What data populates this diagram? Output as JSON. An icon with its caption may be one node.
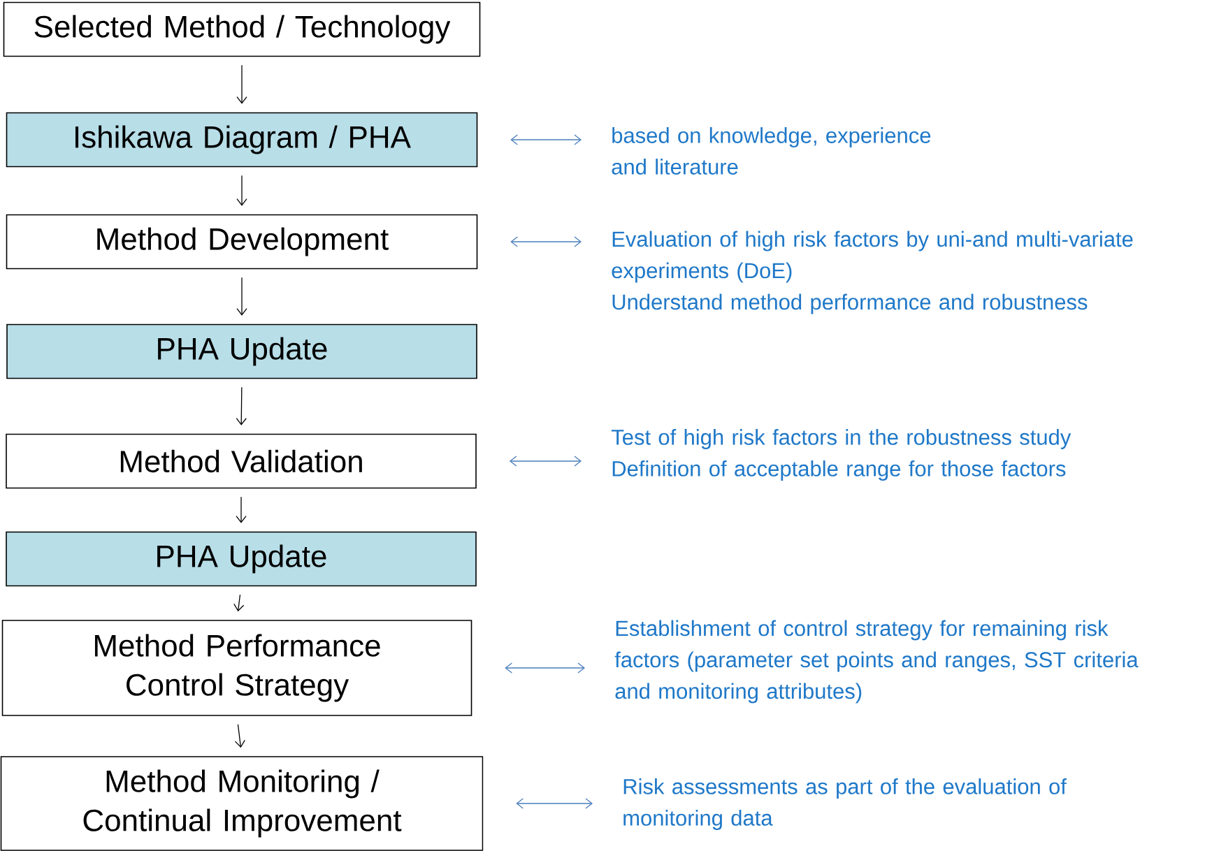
{
  "diagram": {
    "nodes": [
      {
        "text": [
          "Selected Method / Technology"
        ]
      },
      {
        "text": [
          "Ishikawa Diagram / PHA"
        ]
      },
      {
        "text": [
          "Method Development"
        ]
      },
      {
        "text": [
          "PHA Update"
        ]
      },
      {
        "text": [
          "Method Validation"
        ]
      },
      {
        "text": [
          "PHA Update"
        ]
      },
      {
        "text": [
          "Method Performance Control Strategy"
        ]
      },
      {
        "text": [
          "Method Monitoring / Continual Improvement"
        ]
      },
      {
        "text": [
          "based on knowledge, experience and literature"
        ]
      },
      {
        "text": [
          "Evaluation of high risk factors by uni-and multi-variate experiments (DoE)",
          "Understand method performance and robustness"
        ]
      },
      {
        "text": [
          "Test of high risk factors in the robustness study",
          "Definition of acceptable range for those factors"
        ]
      },
      {
        "text": [
          "Establishment of control strategy for remaining risk factors (parameter set points and ranges, SST criteria and monitoring attributes)"
        ]
      },
      {
        "text": [
          "Risk assessments as part of the evaluation of monitoring data"
        ]
      }
    ],
    "edges": [
      {
        "from": 0,
        "to": 1,
        "arrow": "to"
      },
      {
        "from": 1,
        "to": 2,
        "arrow": "to"
      },
      {
        "from": 2,
        "to": 3,
        "arrow": "to"
      },
      {
        "from": 3,
        "to": 4,
        "arrow": "to"
      },
      {
        "from": 4,
        "to": 5,
        "arrow": "to"
      },
      {
        "from": 5,
        "to": 6,
        "arrow": "to"
      },
      {
        "from": 6,
        "to": 7,
        "arrow": "to"
      },
      {
        "from": 1,
        "to": 8,
        "arrow": "both",
        "color": "#4a7ebb"
      },
      {
        "from": 2,
        "to": 9,
        "arrow": "both",
        "color": "#4a7ebb"
      },
      {
        "from": 4,
        "to": 10,
        "arrow": "both",
        "color": "#4a7ebb"
      },
      {
        "from": 6,
        "to": 11,
        "arrow": "both",
        "color": "#4a7ebb"
      },
      {
        "from": 7,
        "to": 12,
        "arrow": "both",
        "color": "#4a7ebb"
      }
    ]
  }
}
